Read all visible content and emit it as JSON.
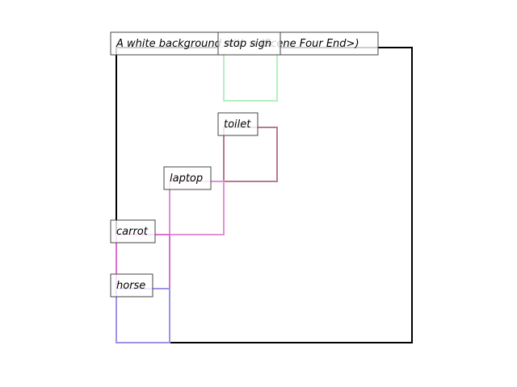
{
  "caption": "A white background with a (Scene Four End>)",
  "frame_color": "#000000",
  "boxes": [
    {
      "label": "stop sign",
      "color": "#b3f0c0"
    },
    {
      "label": "toilet",
      "color": "#b87a93"
    },
    {
      "label": "laptop",
      "color": "#e28fd6"
    },
    {
      "label": "carrot",
      "color": "#dc6fcf"
    },
    {
      "label": "horse",
      "color": "#9b93e8"
    }
  ]
}
